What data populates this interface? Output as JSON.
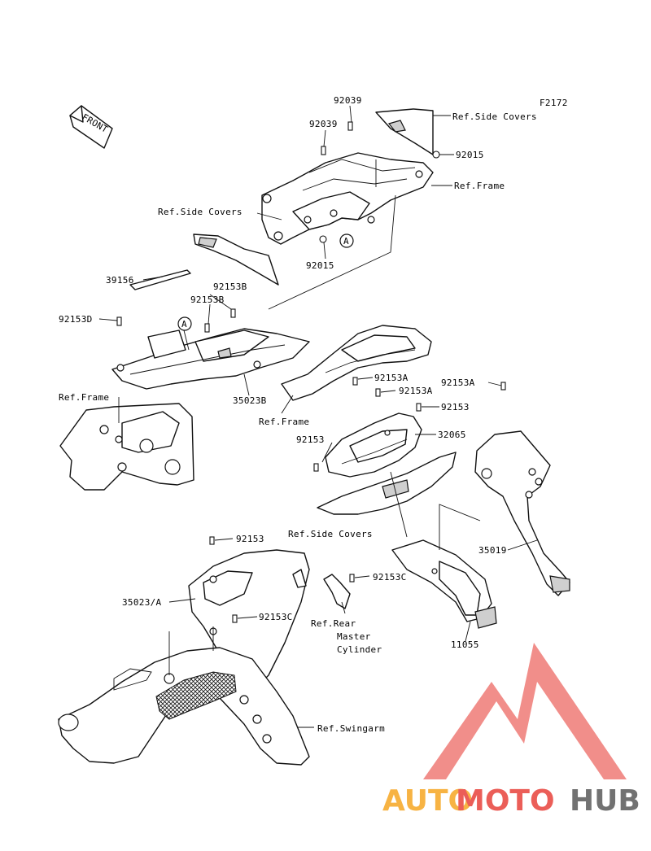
{
  "figure_code": "F2172",
  "front_badge": "FRONT",
  "callouts": {
    "c92039_top": "92039",
    "c92039_mid": "92039",
    "ref_side_covers_top": "Ref.Side Covers",
    "c92015_right": "92015",
    "ref_frame_top": "Ref.Frame",
    "ref_side_covers_left": "Ref.Side Covers",
    "c92015_bottom": "92015",
    "c39156": "39156",
    "c92153B_a": "92153B",
    "c92153B_b": "92153B",
    "c92153D": "92153D",
    "c35023B": "35023B",
    "ref_frame_left": "Ref.Frame",
    "ref_frame_mid": "Ref.Frame",
    "c92153A_a": "92153A",
    "c92153A_b": "92153A",
    "c92153A_c": "92153A",
    "c92153_a": "92153",
    "c92153_b": "92153",
    "c32065": "32065",
    "ref_side_covers_mid": "Ref.Side Covers",
    "c35019": "35019",
    "c92153_c": "92153",
    "c92153C_a": "92153C",
    "c35023A": "35023/A",
    "c92153C_b": "92153C",
    "ref_rear_line1": "Ref.Rear",
    "ref_rear_line2": "Master",
    "ref_rear_line3": "Cylinder",
    "c11055": "11055",
    "ref_swingarm": "Ref.Swingarm"
  },
  "markers": {
    "marker_a_top": "A",
    "marker_a_mid": "A"
  },
  "watermark": {
    "part1": "AUTO",
    "part2": "MOTO",
    "part3": "HUB"
  },
  "colors": {
    "watermark_red": "#e8423c",
    "watermark_orange": "#f6a623",
    "watermark_grey": "#5a5a5a",
    "line": "#111111"
  }
}
